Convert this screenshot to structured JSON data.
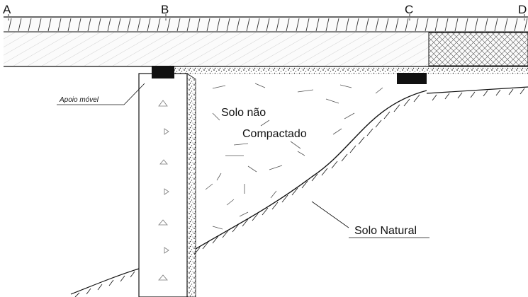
{
  "points": {
    "a": "A",
    "b": "B",
    "c": "C",
    "d": "D"
  },
  "labels": {
    "support": "Apoio móvel",
    "soil_loose_line1": "Solo não",
    "soil_loose_line2": "Compactado",
    "soil_natural": "Solo Natural"
  },
  "colors": {
    "ink": "#111111",
    "background": "#ffffff"
  }
}
